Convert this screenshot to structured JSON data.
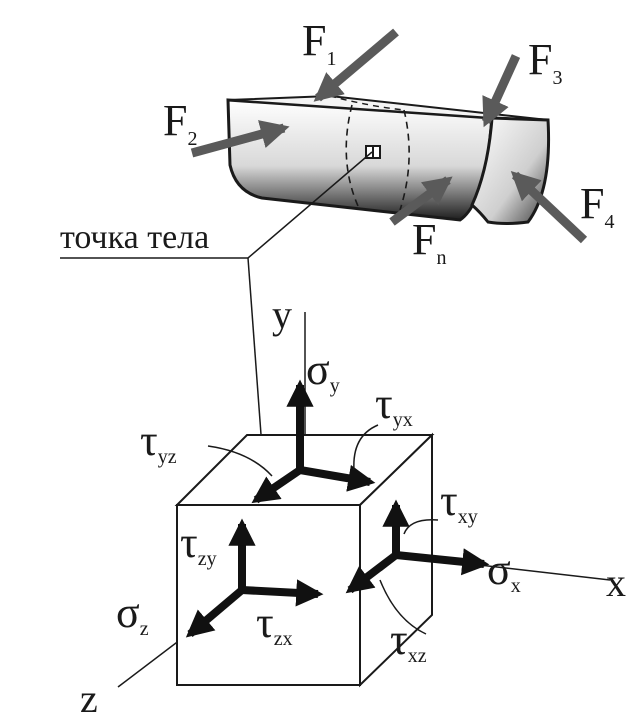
{
  "caption": "точка тела",
  "forces": [
    {
      "id": "f1",
      "base": "F",
      "sub": "1"
    },
    {
      "id": "f2",
      "base": "F",
      "sub": "2"
    },
    {
      "id": "f3",
      "base": "F",
      "sub": "3"
    },
    {
      "id": "f4",
      "base": "F",
      "sub": "4"
    },
    {
      "id": "fn",
      "base": "F",
      "sub": "n"
    }
  ],
  "axes": {
    "x": "x",
    "y": "y",
    "z": "z"
  },
  "stresses": {
    "sigma_y": {
      "base": "σ",
      "sub": "y"
    },
    "sigma_x": {
      "base": "σ",
      "sub": "x"
    },
    "sigma_z": {
      "base": "σ",
      "sub": "z"
    },
    "tau_yx": {
      "base": "τ",
      "sub": "yx"
    },
    "tau_yz": {
      "base": "τ",
      "sub": "yz"
    },
    "tau_xy": {
      "base": "τ",
      "sub": "xy"
    },
    "tau_zy": {
      "base": "τ",
      "sub": "zy"
    },
    "tau_zx": {
      "base": "τ",
      "sub": "zx"
    },
    "tau_xz": {
      "base": "τ",
      "sub": "xz"
    }
  },
  "colors": {
    "ink": "#1a1a1a",
    "force_arrow": "#5a5a5a",
    "stress_arrow": "#111111"
  }
}
